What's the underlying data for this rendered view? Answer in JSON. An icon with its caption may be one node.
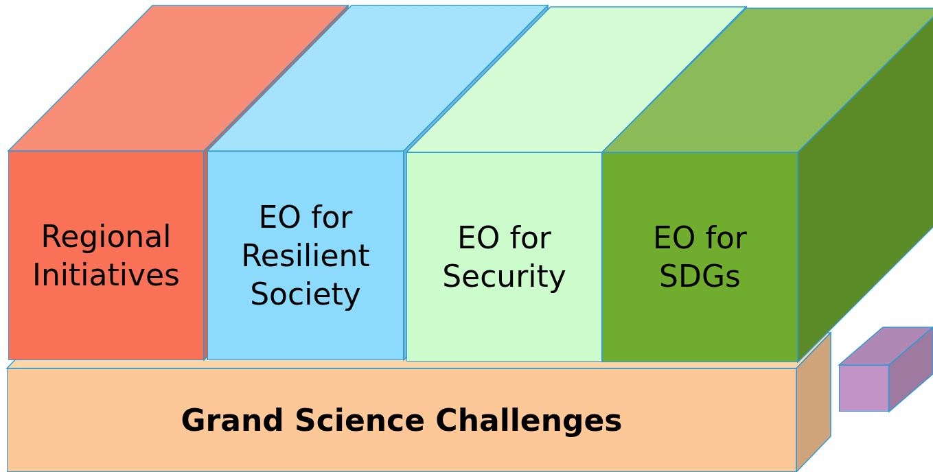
{
  "diagram": {
    "nodes": [
      {
        "text": [
          "Regional Initiatives"
        ]
      },
      {
        "text": [
          "EO for Resilient Society"
        ]
      },
      {
        "text": [
          "EO for Security"
        ]
      },
      {
        "text": [
          "EO for SDGs"
        ]
      },
      {
        "text": [],
        "shape": "box"
      },
      {
        "text": [
          "Grand Science Challenges"
        ]
      }
    ]
  }
}
